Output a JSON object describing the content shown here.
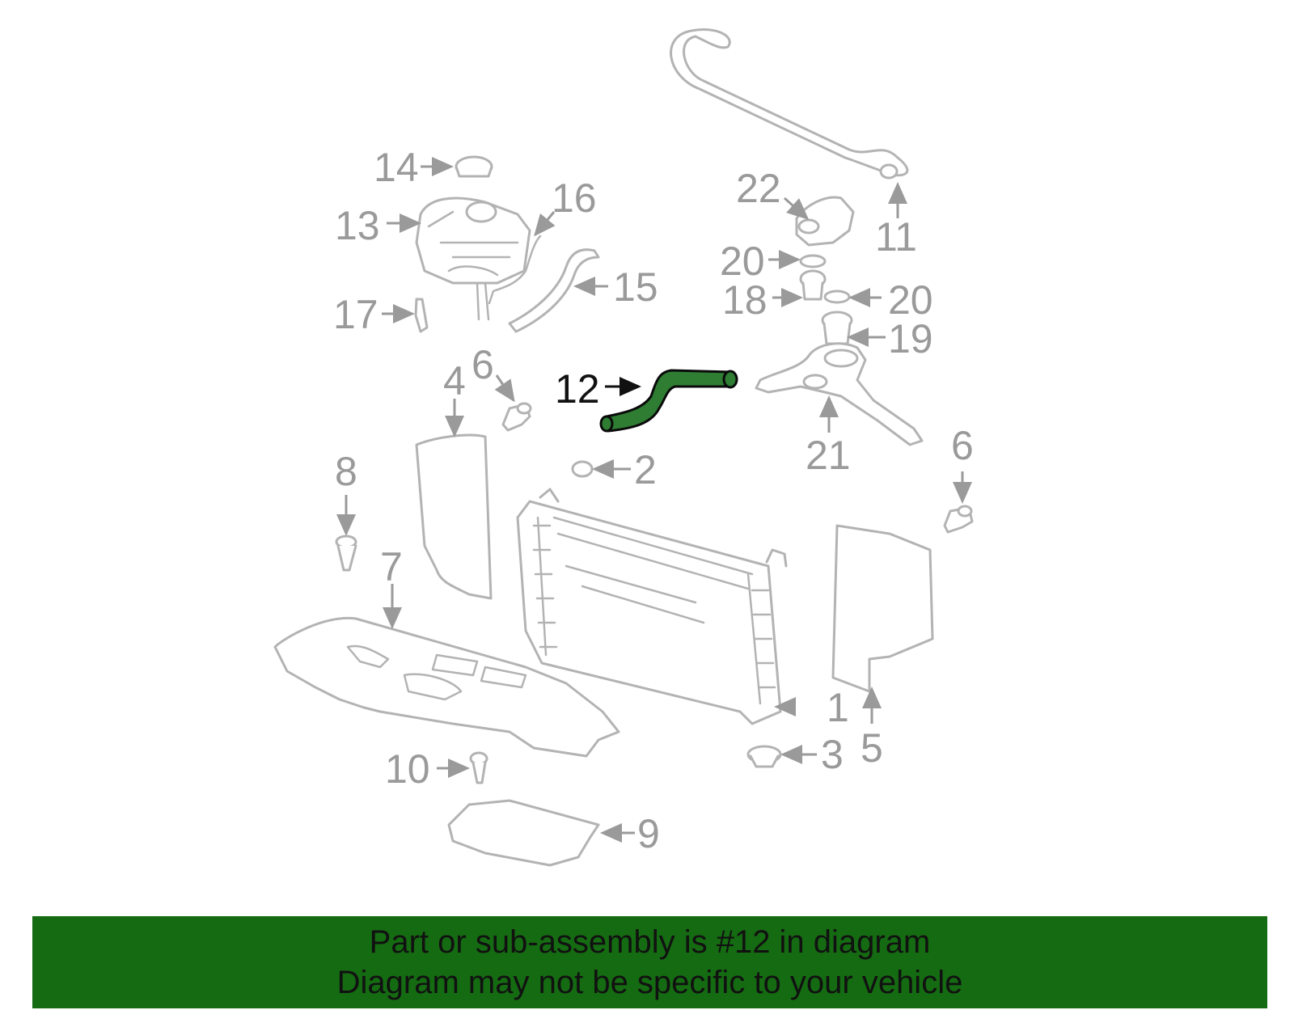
{
  "callouts": {
    "c1": "1",
    "c2": "2",
    "c3": "3",
    "c4": "4",
    "c5": "5",
    "c6a": "6",
    "c6b": "6",
    "c7": "7",
    "c8": "8",
    "c9": "9",
    "c10": "10",
    "c11": "11",
    "c12": "12",
    "c13": "13",
    "c14": "14",
    "c15": "15",
    "c16": "16",
    "c17": "17",
    "c18": "18",
    "c19": "19",
    "c20a": "20",
    "c20b": "20",
    "c21": "21",
    "c22": "22"
  },
  "highlight": {
    "part_number": "12",
    "color": "#2e7d32"
  },
  "banner": {
    "line1": "Part or sub-assembly is #12 in diagram",
    "line2": "Diagram may not be specific to your vehicle",
    "background": "#156b12"
  }
}
